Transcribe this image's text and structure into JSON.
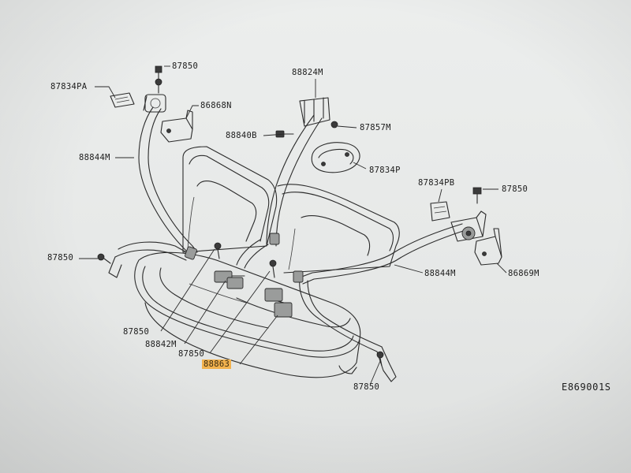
{
  "diagram": {
    "callouts": {
      "c87850_top": "87850",
      "c87834pa": "87834PA",
      "c86868n": "86868N",
      "c88844m_left": "88844M",
      "c88824m": "88824M",
      "c88840b": "88840B",
      "c87857m": "87857M",
      "c87834p": "87834P",
      "c87834pb": "87834PB",
      "c87850_right": "87850",
      "c87850_left": "87850",
      "c88844m_right": "88844M",
      "c86869m": "86869M",
      "c87850_mid": "87850",
      "c88842m": "88842M",
      "c87850_low": "87850",
      "c88863": "88863",
      "c87850_bottom": "87850"
    },
    "reference_code": "E869001S",
    "highlight_color": "#f2b24e"
  }
}
